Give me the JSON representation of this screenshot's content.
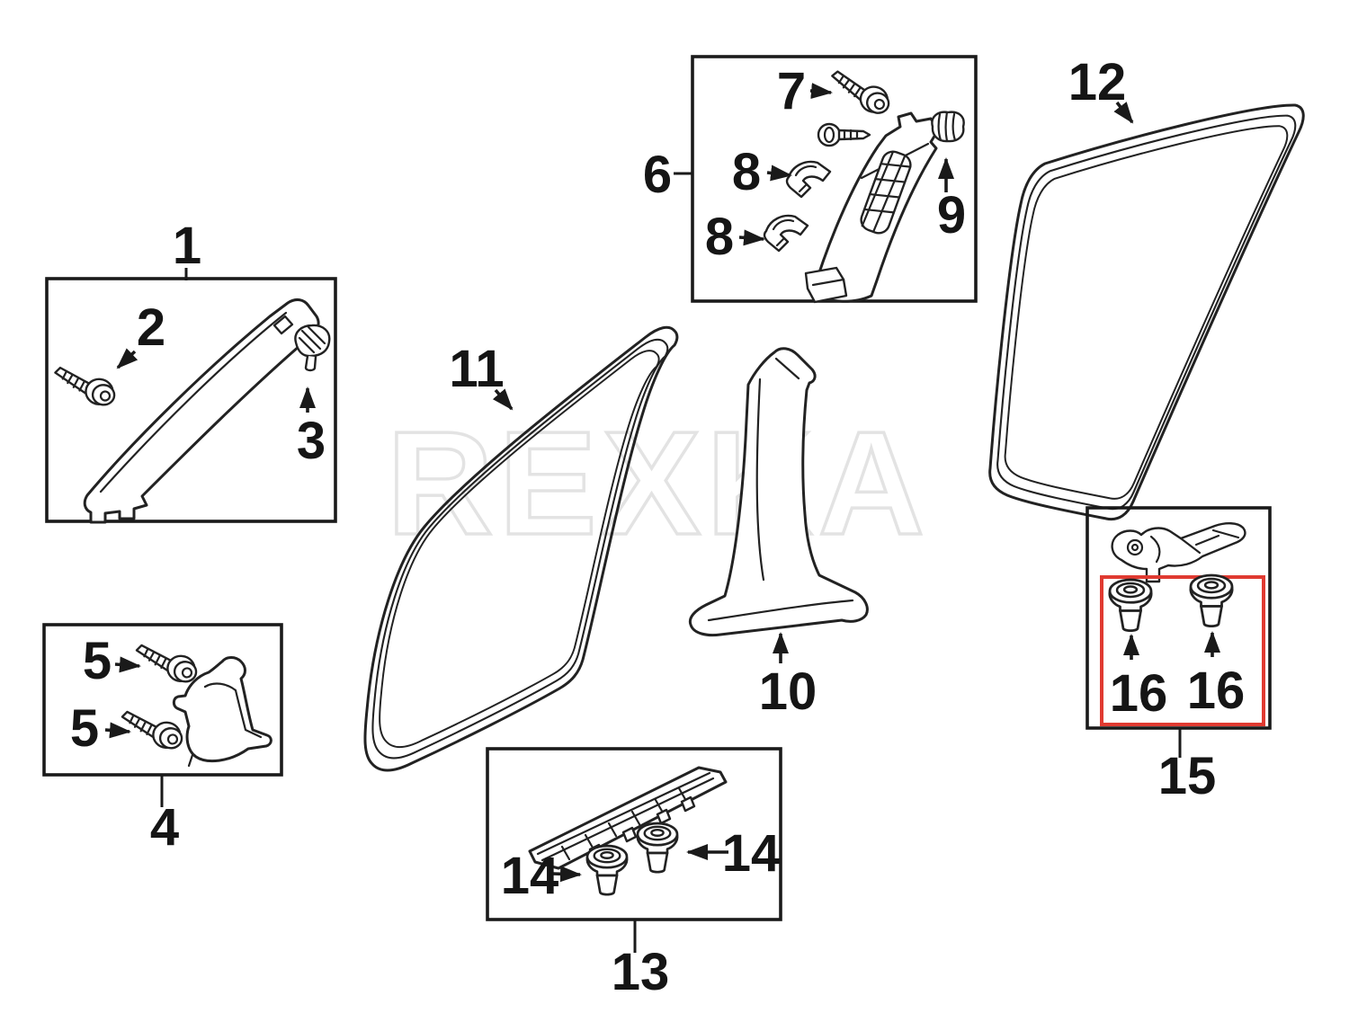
{
  "watermark": {
    "text": "REXKA"
  },
  "colors": {
    "line": "#222222",
    "red_highlight": "#e03a31",
    "watermark": "#e3e3e3",
    "background": "#ffffff"
  },
  "callouts": {
    "part1": "1",
    "part2": "2",
    "part3": "3",
    "part4": "4",
    "part5a": "5",
    "part5b": "5",
    "part6": "6",
    "part7": "7",
    "part8a": "8",
    "part8b": "8",
    "part9": "9",
    "part10": "10",
    "part11": "11",
    "part12": "12",
    "part13": "13",
    "part14a": "14",
    "part14b": "14",
    "part15": "15",
    "part16a": "16",
    "part16b": "16"
  }
}
